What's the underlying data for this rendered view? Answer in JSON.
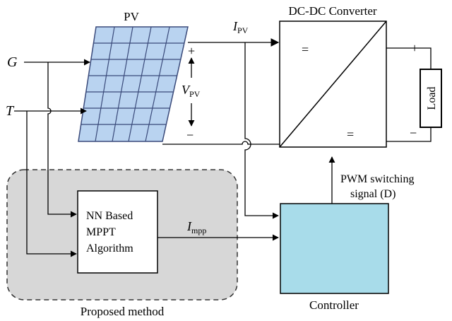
{
  "labels": {
    "pv": "PV",
    "dcdc": "DC-DC Converter",
    "ipv_main": "I",
    "ipv_sub": "PV",
    "vpv_main": "V",
    "vpv_sub": "PV",
    "g": "G",
    "t": "T",
    "plus_pv": "+",
    "minus_pv": "−",
    "plus_load": "+",
    "minus_load": "−",
    "eq_top": "=",
    "eq_bottom": "=",
    "load": "Load",
    "pwm_line1": "PWM switching",
    "pwm_line2": "signal (D)",
    "nn_line1": "NN Based",
    "nn_line2": "MPPT",
    "nn_line3": "Algorithm",
    "impp_main": "I",
    "impp_sub": "mpp",
    "proposed": "Proposed method",
    "controller": "Controller"
  },
  "colors": {
    "pv_fill": "#b9d3f0",
    "pv_grid": "#3a4a7a",
    "controller_fill": "#a8dcea",
    "proposed_bg": "#d7d7d7"
  }
}
